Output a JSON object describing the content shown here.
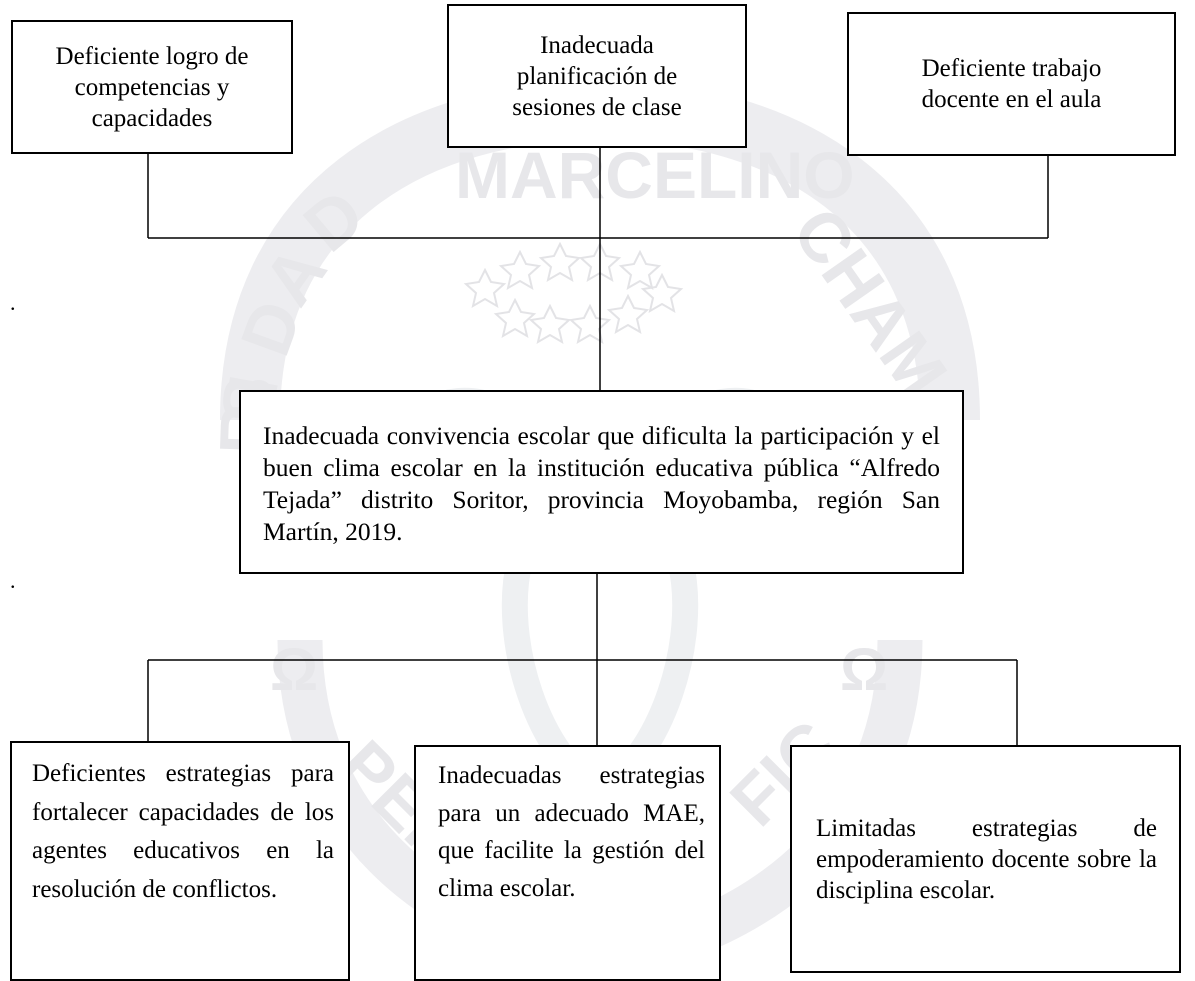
{
  "effects": {
    "left": "Deficiente logro de competencias y capacidades",
    "center": "Inadecuada planificación de sesiones de clase",
    "right": "Deficiente trabajo docente en el aula"
  },
  "central_problem": "Inadecuada convivencia escolar que dificulta la participación y el buen clima escolar en la institución educativa pública “Alfredo Tejada” distrito Soritor, provincia Moyobamba, región San Martín, 2019.",
  "causes": {
    "left": "Deficientes estrategias para fortalecer capacidades de los agentes educativos en la resolución de conflictos.",
    "center": "Inadecuadas estrategias para un adecuado MAE, que facilite la gestión del clima escolar.",
    "right": "Limitadas estrategias de empoderamiento docente sobre la disciplina escolar."
  },
  "margin_marks": {
    "first": ".",
    "second": "."
  },
  "watermark": {
    "words": [
      "MARCELINO",
      "D",
      "A",
      "D",
      "I",
      "S",
      "R",
      "CHAM",
      "Ω",
      "Ω",
      "PER",
      "FIC"
    ],
    "color": "#e7e7ea"
  }
}
